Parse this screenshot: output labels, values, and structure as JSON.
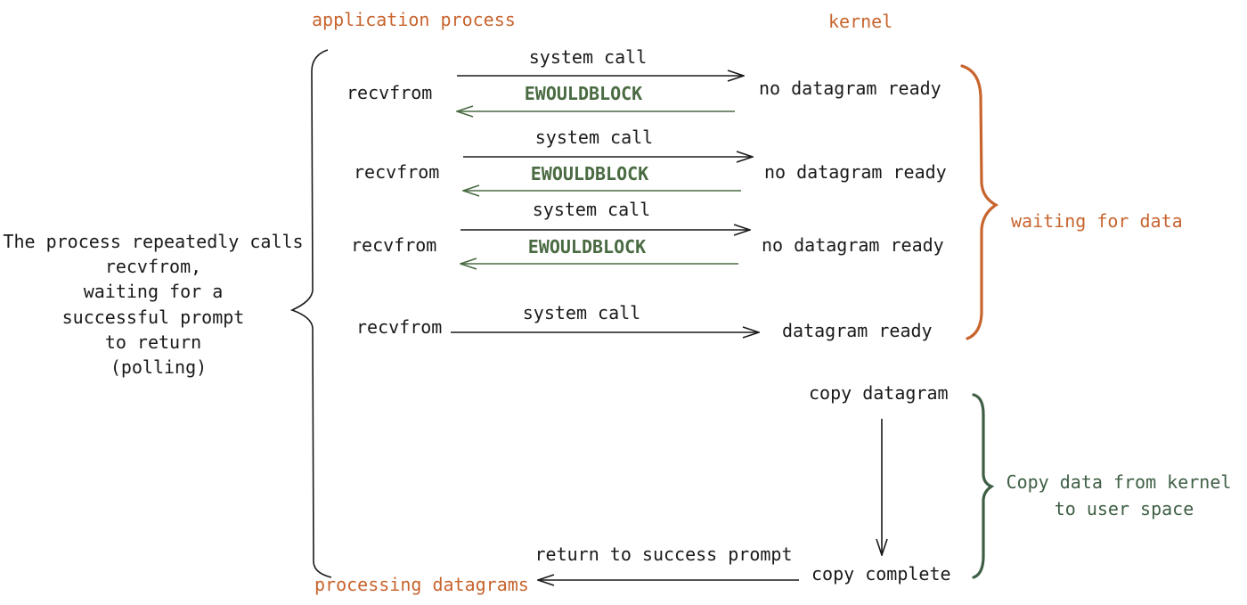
{
  "colors": {
    "orange": "#c8642e",
    "black": "#1a1a1a",
    "green": "#4a6b42",
    "dark_green": "#3f5f45"
  },
  "headers": {
    "app": "application process",
    "kernel": "kernel"
  },
  "left_note": [
    "The process repeatedly calls",
    "recvfrom,",
    "waiting for a",
    "successful prompt",
    "to return",
    "(polling)"
  ],
  "exchanges": [
    {
      "app": "recvfrom",
      "call": "system call",
      "reply": "EWOULDBLOCK",
      "kernel": "no datagram ready"
    },
    {
      "app": "recvfrom",
      "call": "system call",
      "reply": "EWOULDBLOCK",
      "kernel": "no datagram ready"
    },
    {
      "app": "recvfrom",
      "call": "system call",
      "reply": "EWOULDBLOCK",
      "kernel": "no datagram ready"
    },
    {
      "app": "recvfrom",
      "call": "system call",
      "kernel": "datagram ready"
    }
  ],
  "copy": {
    "start": "copy datagram",
    "end": "copy complete",
    "return": "return to success prompt",
    "processing": "processing datagrams"
  },
  "phases": {
    "wait": "waiting for data",
    "copy": [
      "Copy data from kernel",
      "to user space"
    ]
  }
}
